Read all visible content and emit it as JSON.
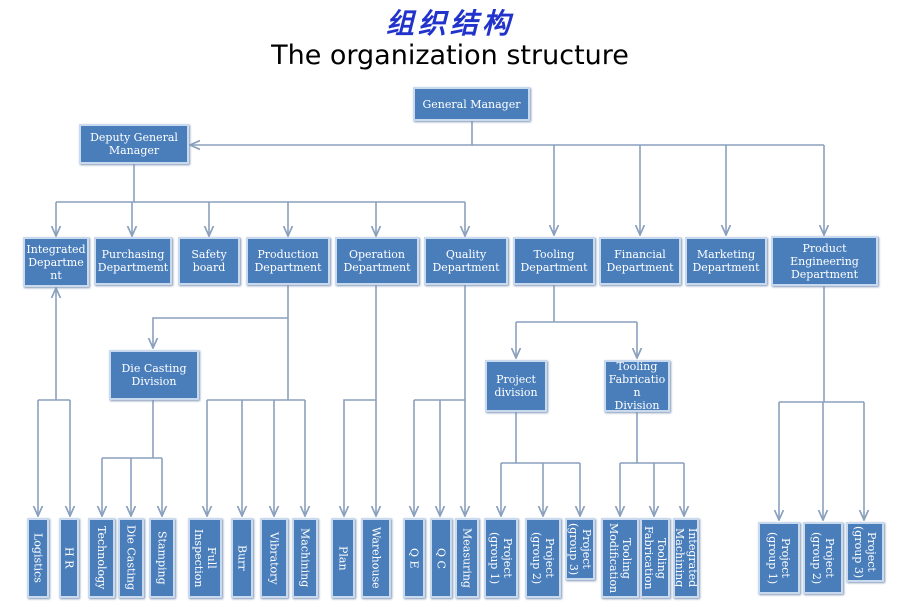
{
  "title_cn": "组织结构",
  "title_en": "The organization structure",
  "nodes": {
    "general_manager": "General Manager",
    "deputy": "Deputy General\nManager",
    "integrated": "Integrated\nDepartme\nnt",
    "purchasing": "Purchasing\nDepartmemt",
    "safety": "Safety\nboard",
    "production": "Production\nDepartment",
    "operation": "Operation\nDepartment",
    "quality": "Quality\nDepartment",
    "tooling": "Tooling\nDepartment",
    "financial": "Financial\nDepartment",
    "marketing": "Marketing\nDepartment",
    "product_eng": "Product\nEngineering\nDepartment",
    "die_casting": "Die Casting\nDivision",
    "project_division": "Project\ndivision",
    "tooling_fab_division": "Tooling\nFabricatio\nn\nDivision"
  },
  "leaves": {
    "logistics": "Logistics",
    "hr": "H R",
    "technology": "Technology",
    "die_casting": "Die Casting",
    "stamping": "Stamping",
    "full_inspection": "Full\nInspection",
    "burr": "Burr",
    "vibratory": "Vibratory",
    "machining": "Machining",
    "plan": "Plan",
    "warehouse": "Warehouse",
    "qe": "Q E",
    "qc": "Q C",
    "measuring": "Measuring",
    "project_group_1": "Project\n(group 1)",
    "project_group_2": "Project\n(group 2)",
    "project_group_3": "Project\n(group 3)",
    "tooling_modification": "Tooling\nModification",
    "tooling_fabrication": "Tooling\nFabrication",
    "integrated_machining": "Integrated\nMachining",
    "pe_group_1": "Project\n(group 1)",
    "pe_group_2": "Project\n(group 2)",
    "pe_group_3": "Project\n(group 3)"
  },
  "colors": {
    "box_fill": "#4a7ebb",
    "box_border": "#c9d9ee",
    "connector": "#8aa0bd",
    "title_cn": "#2233cc"
  }
}
